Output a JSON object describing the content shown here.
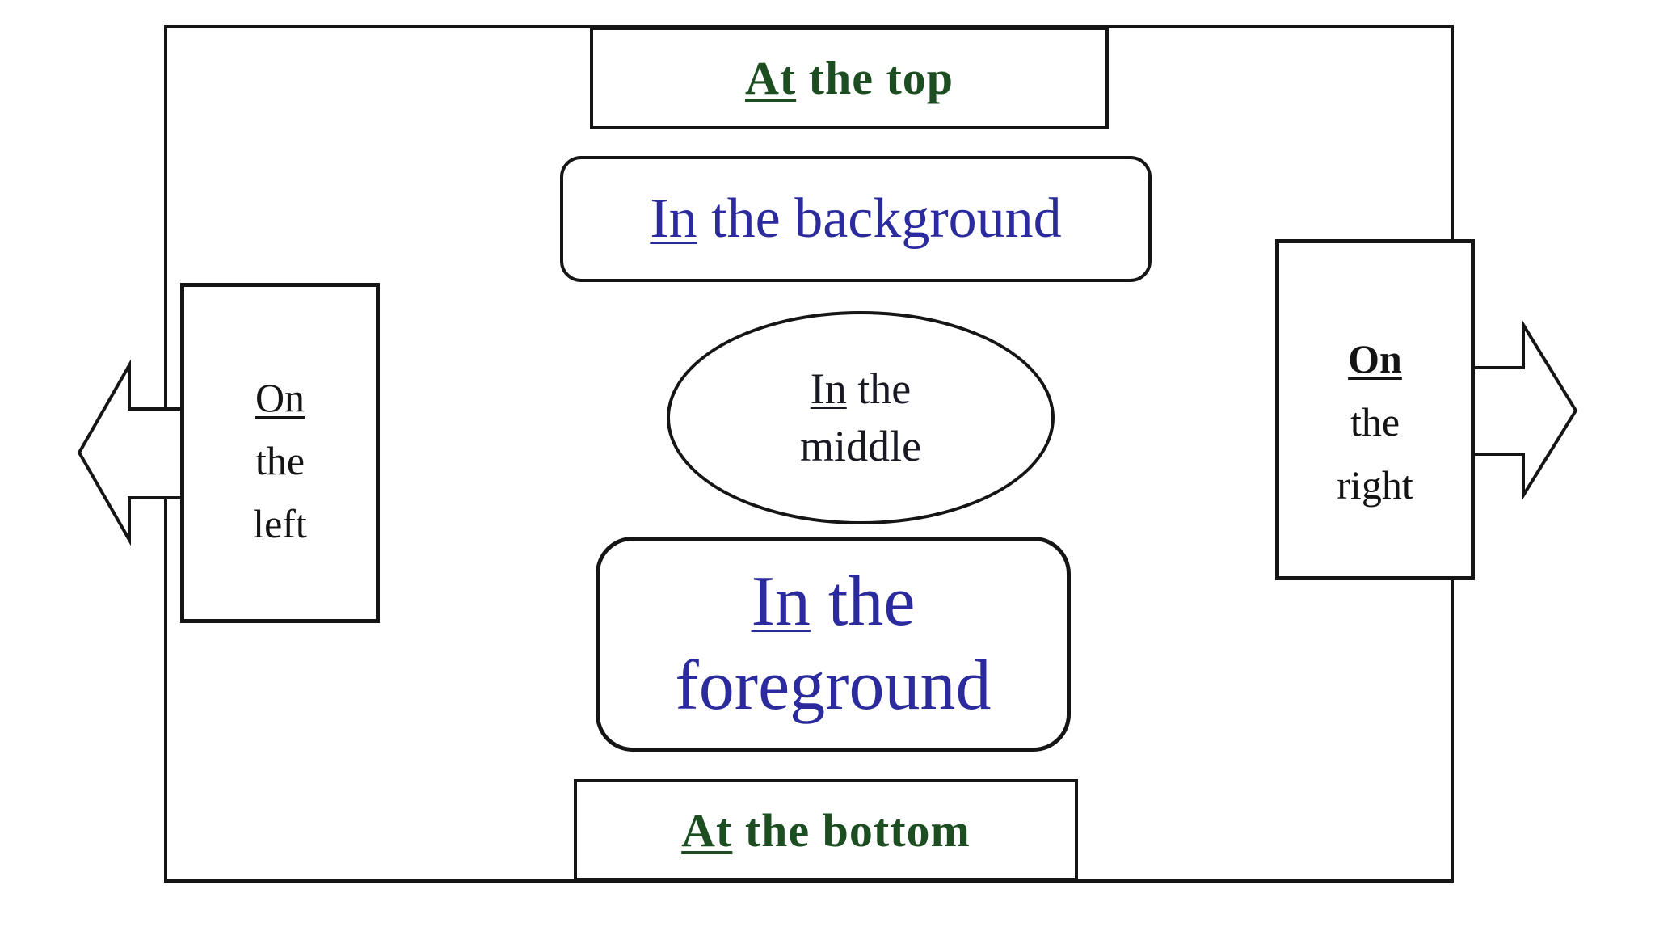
{
  "diagram": {
    "background_color": "#ffffff",
    "line_color": "#151515",
    "labels": {
      "top": {
        "word": "At",
        "rest": " the top",
        "color": "#1c4e21"
      },
      "background": {
        "word": "In",
        "rest": " the background",
        "color": "#2b2b9e"
      },
      "middle": {
        "word": "In",
        "rest": " the",
        "line2": "middle",
        "color": "#191924"
      },
      "foreground": {
        "word": "In",
        "rest": " the",
        "line2": "foreground",
        "color": "#2b2b9e"
      },
      "bottom": {
        "word": "At",
        "rest": " the bottom",
        "color": "#1c4e21"
      },
      "left": {
        "word": "On",
        "line2": "the",
        "line3": "left",
        "color": "#141414"
      },
      "right": {
        "word": "On",
        "line2": "the",
        "line3": "right",
        "color": "#141414"
      }
    },
    "icons": {
      "arrow_left": "block-arrow-pointing-left",
      "arrow_right": "block-arrow-pointing-right"
    }
  }
}
